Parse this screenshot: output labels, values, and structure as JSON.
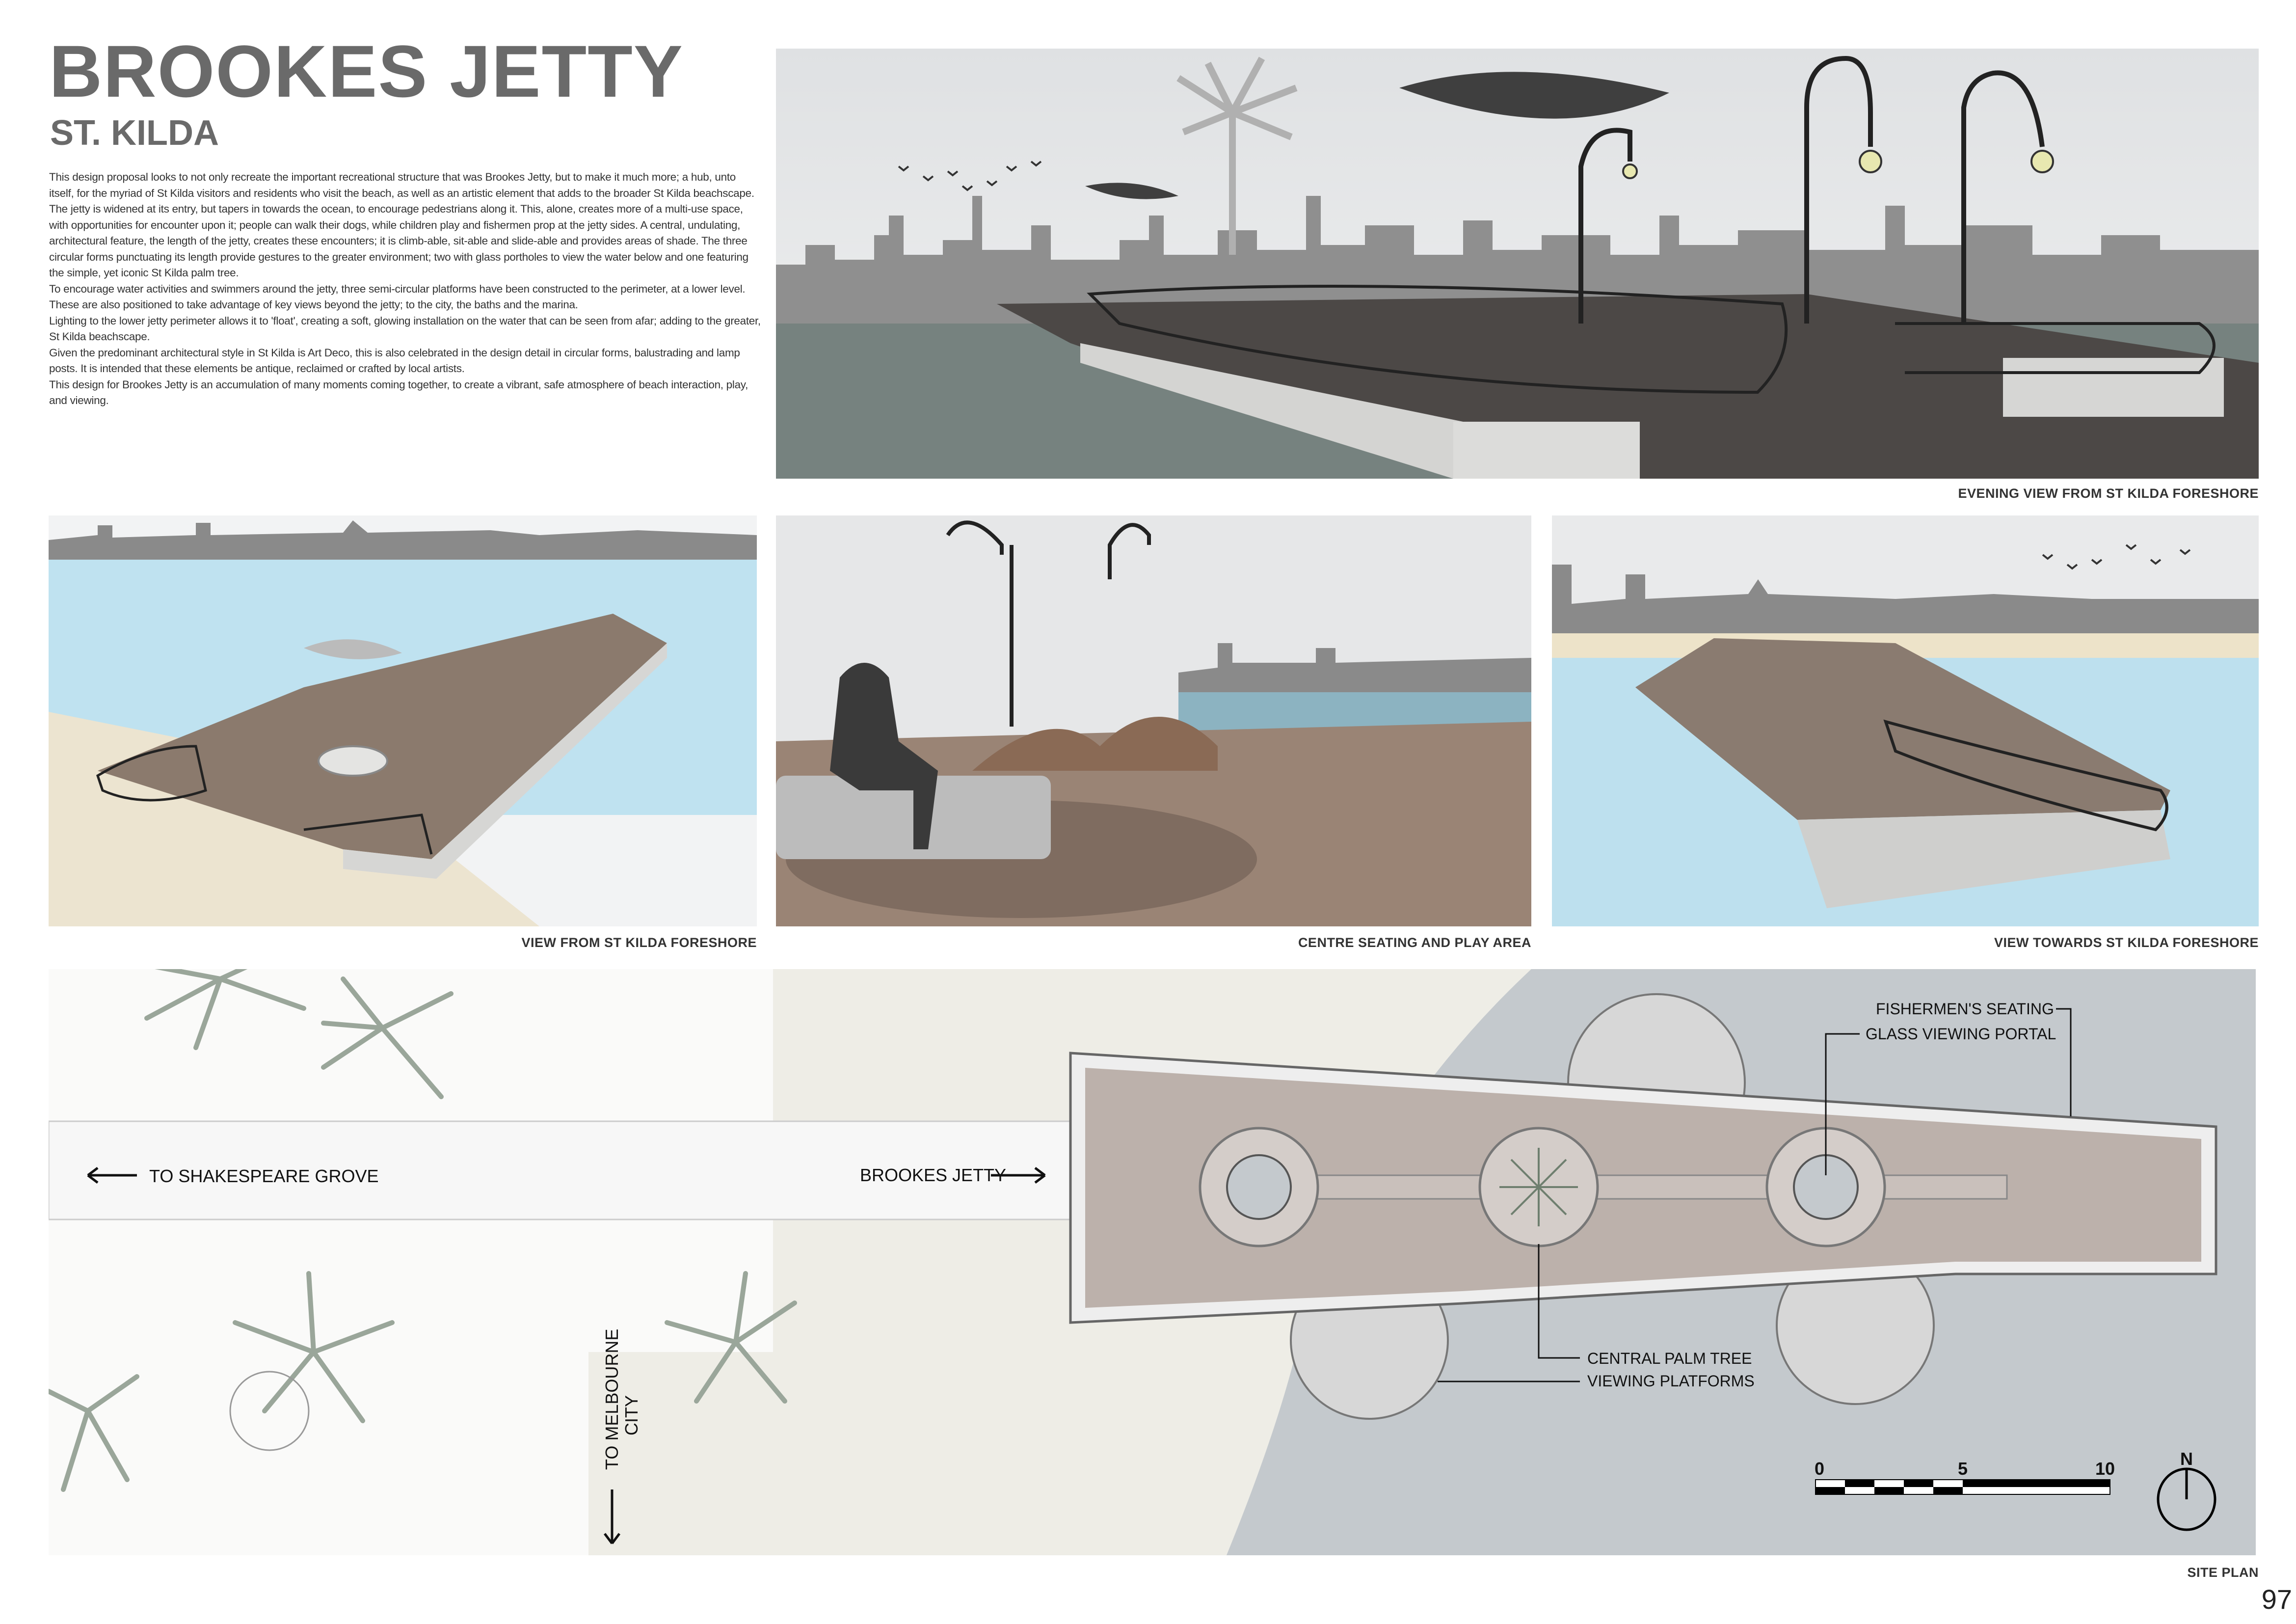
{
  "header": {
    "title": "BROOKES JETTY",
    "subtitle": "ST. KILDA"
  },
  "description": [
    "This design proposal looks to not only recreate the important recreational structure that was Brookes Jetty, but to make it much more; a hub, unto itself, for the myriad of St Kilda visitors and residents who visit the beach, as well as an artistic element that adds to the broader St Kilda beachscape.",
    "The jetty is widened at its entry, but tapers in towards the ocean, to encourage pedestrians along it. This, alone, creates more of a multi-use space, with opportunities for encounter upon it; people can walk their dogs, while children play and fishermen prop at the jetty sides. A central, undulating, architectural feature, the length of the jetty, creates these encounters; it is climb-able, sit-able and slide-able and provides areas of shade. The three circular forms punctuating its length provide gestures to the greater environment; two with glass portholes to view the water below and one featuring the simple, yet iconic St Kilda palm tree.",
    "To encourage water activities and swimmers around the jetty, three semi-circular platforms have been constructed to the perimeter, at a lower level. These are also positioned to take advantage of key views beyond the jetty; to the city, the baths and the marina.",
    "Lighting to the lower jetty perimeter allows it to 'float', creating a soft, glowing installation on the water that can be seen from afar; adding to the greater, St Kilda beachscape.",
    "Given the predominant architectural style in St Kilda is Art Deco, this is also celebrated in the design detail in circular forms, balustrading and lamp posts. It is intended that these elements be antique, reclaimed or crafted by local artists.",
    "This design for Brookes Jetty is an accumulation of many moments coming together, to create a vibrant, safe atmosphere of beach interaction, play, and viewing."
  ],
  "renders": {
    "evening": "EVENING VIEW FROM ST KILDA FORESHORE",
    "foreshore": "VIEW FROM ST KILDA FORESHORE",
    "centre": "CENTRE SEATING AND PLAY AREA",
    "towards": "VIEW TOWARDS ST KILDA FORESHORE"
  },
  "site_plan": {
    "caption": "SITE PLAN",
    "labels": {
      "shakespeare": "TO SHAKESPEARE GROVE",
      "jetty": "BROOKES JETTY",
      "melbourne_1": "TO MELBOURNE",
      "melbourne_2": "CITY",
      "fishermen": "FISHERMEN'S SEATING",
      "portal": "GLASS VIEWING PORTAL",
      "palm": "CENTRAL PALM TREE",
      "platforms": "VIEWING PLATFORMS"
    },
    "scale": {
      "min": "0",
      "mid": "5",
      "max": "10"
    },
    "north": "N"
  },
  "page_number": "97",
  "colors": {
    "title": "#6a6a6a",
    "water_plan": "#c4c9cd",
    "sand_plan": "#eeede6",
    "deck_plan": "#bcb1ab",
    "sea": "#bfe2f0"
  }
}
